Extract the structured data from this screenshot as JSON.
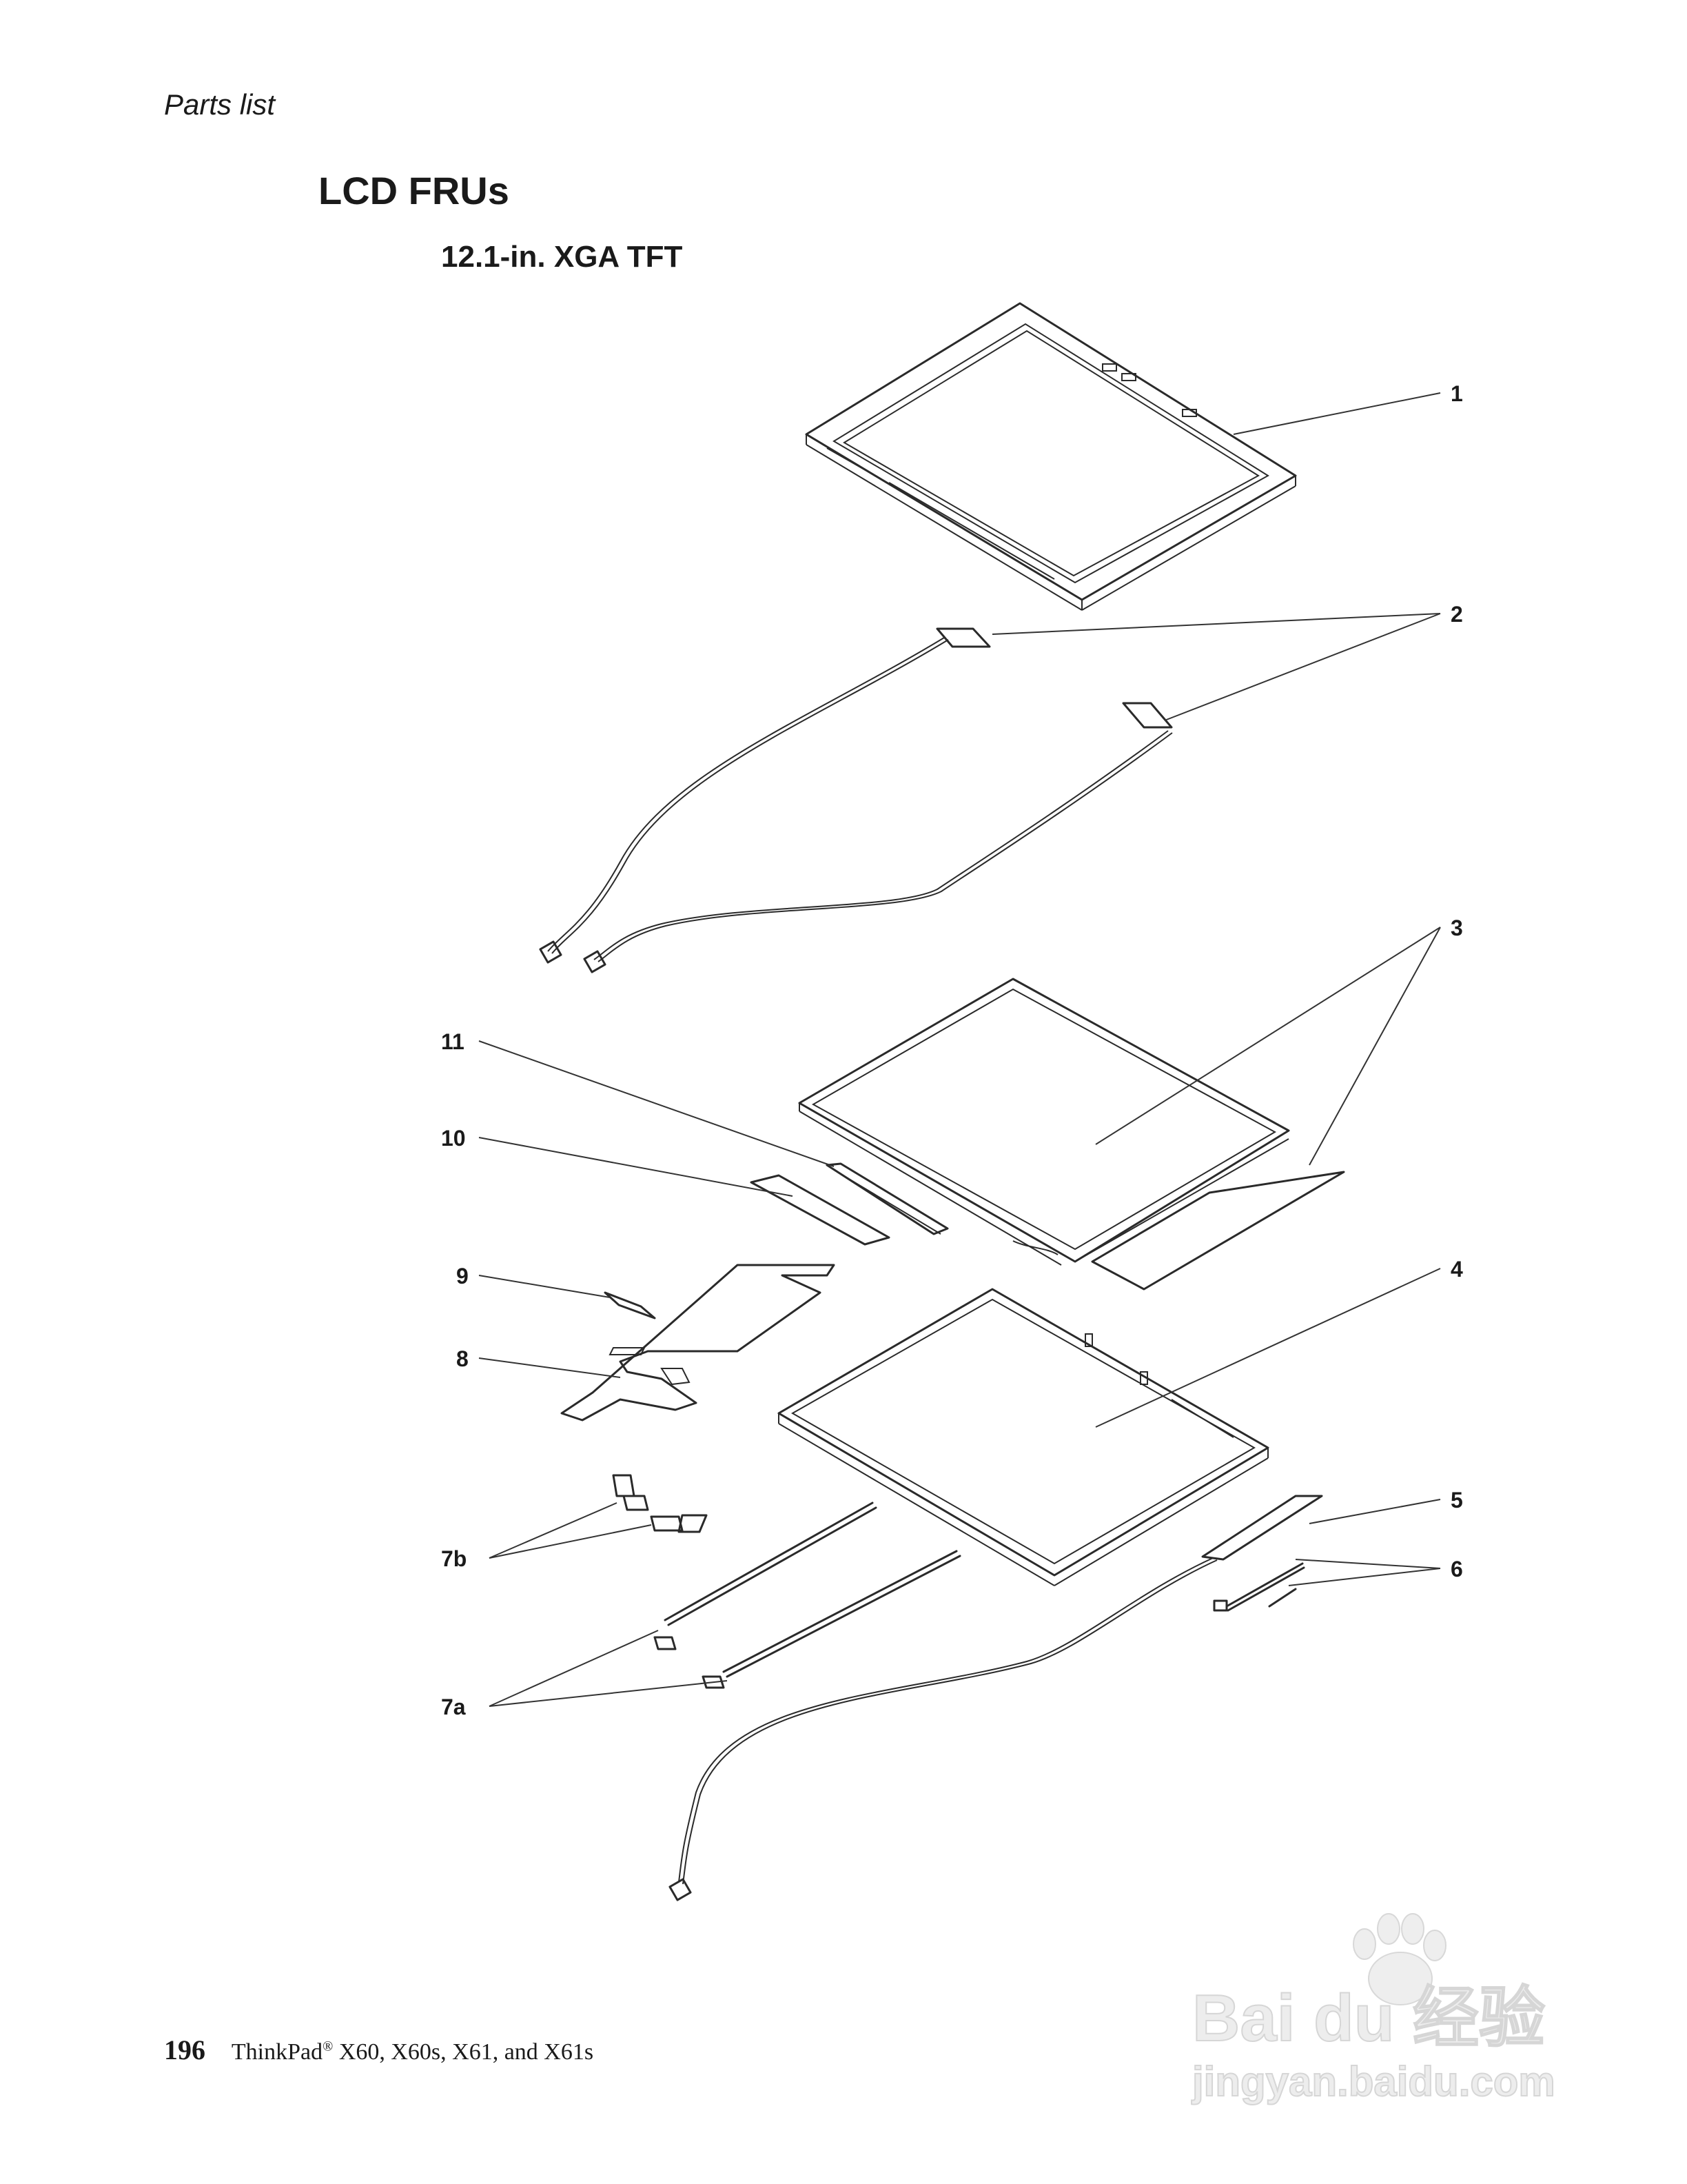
{
  "header": {
    "running_title": "Parts list"
  },
  "section": {
    "title": "LCD FRUs",
    "subtitle": "12.1-in. XGA TFT"
  },
  "callouts": {
    "c1": "1",
    "c2": "2",
    "c3": "3",
    "c4": "4",
    "c5": "5",
    "c6": "6",
    "c7a": "7a",
    "c7b": "7b",
    "c8": "8",
    "c9": "9",
    "c10": "10",
    "c11": "11"
  },
  "footer": {
    "page_number": "196",
    "book_title_main": "ThinkPad",
    "book_title_mark": "®",
    "book_title_rest": " X60, X60s, X61, and X61s"
  },
  "watermark": {
    "brand": "Bai du 经验",
    "url": "jingyan.baidu.com"
  }
}
